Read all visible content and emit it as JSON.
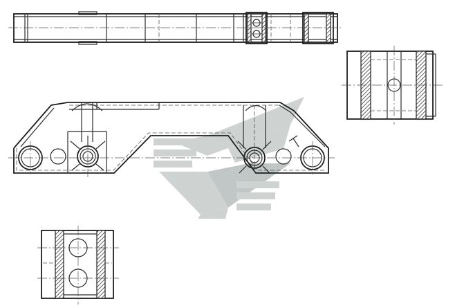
{
  "drawing": {
    "background": "#ffffff",
    "line_color": "#2a2a2a",
    "watermark_color": "#c6cccb",
    "views": [
      {
        "id": "top-view"
      },
      {
        "id": "side-view"
      },
      {
        "id": "end-section-view"
      },
      {
        "id": "bottom-section-view"
      }
    ],
    "watermark": {
      "icon": "stylized-s-logo-icon"
    }
  }
}
